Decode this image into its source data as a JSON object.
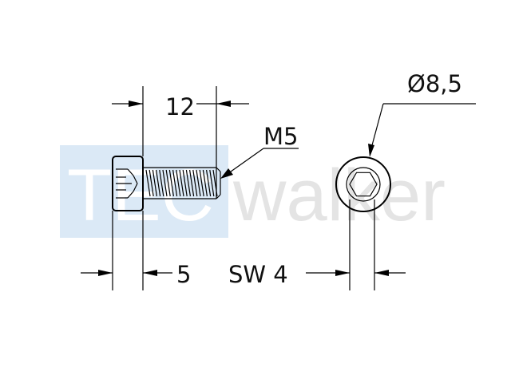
{
  "watermark": {
    "boxed_text": "TEC",
    "text": "walker",
    "colors": {
      "box": "#dbe9f6",
      "text": "#e4e4e4"
    }
  },
  "dimensions": {
    "length": "12",
    "thread": "M5",
    "head_height": "5",
    "wrench_size": "SW 4",
    "head_diameter": "Ø8,5"
  },
  "colors": {
    "line": "#000000",
    "background": "#ffffff"
  }
}
